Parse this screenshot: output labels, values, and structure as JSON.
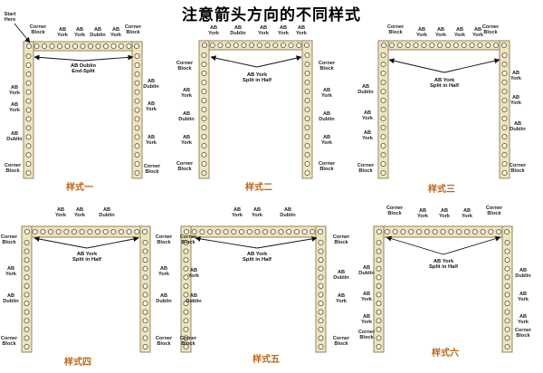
{
  "title": "注意箭头方向的不同样式",
  "colors": {
    "fill": "#eee4bd",
    "stroke": "#8a7c58",
    "hole_fill": "#ffffff",
    "hole_stroke": "#6b5e40",
    "arrow": "#111111",
    "caption": "#b8661c"
  },
  "panels": [
    {
      "caption": "样式一",
      "top_labels": [
        "Corner\nBlock",
        "AB\nYork",
        "AB\nYork",
        "AB\nDublin",
        "AB\nYork",
        "Corner\nBlock"
      ],
      "left_labels": [
        "AB\nYork",
        "AB\nYork",
        "AB\nDublin",
        "Corner\nBlock"
      ],
      "right_labels": [
        "AB\nDublin",
        "AB\nYork",
        "AB\nYork",
        "Corner\nBlock"
      ],
      "arrow_text": "AB Dublin\nEnd-Split",
      "extra_text": "Start\nHere"
    },
    {
      "caption": "样式二",
      "top_labels": [
        "AB\nYork",
        "AB\nDublin",
        "AB\nYork",
        "AB\nYork",
        "AB\nYork"
      ],
      "left_labels": [
        "Corner\nBlock",
        "AB\nYork",
        "AB\nDublin",
        "AB\nYork",
        "Corner\nBlock"
      ],
      "right_labels": [
        "Corner\nBlock",
        "AB\nYork",
        "AB\nDublin",
        "AB\nYork",
        "Corner\nBlock"
      ],
      "arrow_text": "AB York\nSplit in Half"
    },
    {
      "caption": "样式三",
      "top_labels": [
        "Corner\nBlock",
        "AB\nYork",
        "AB\nYork",
        "AB\nYork",
        "AB\nYork",
        "Corner\nBlock"
      ],
      "left_labels": [
        "AB\nDublin",
        "AB\nYork",
        "AB\nYork",
        "Corner\nBlock"
      ],
      "right_labels": [
        "AB\nYork",
        "AB\nYork",
        "AB\nDublin",
        "Corner\nBlock"
      ],
      "arrow_text": "AB York\nSplit in Half"
    },
    {
      "caption": "样式四",
      "top_labels": [
        "AB\nYork",
        "AB\nYork",
        "AB\nDublin"
      ],
      "left_labels": [
        "Corner\nBlock",
        "AB\nYork",
        "AB\nDublin",
        "Corner\nBlock"
      ],
      "right_labels": [
        "Corner\nBlock",
        "AB\nYork",
        "AB\nDublin",
        "Corner\nBlock"
      ],
      "arrow_text": "AB York\nSplit in Half"
    },
    {
      "caption": "样式五",
      "top_labels": [
        "AB\nYork",
        "AB\nYork",
        "AB\nDublin"
      ],
      "left_labels": [
        "Corner\nBlock",
        "AB\nYork",
        "AB\nDublin",
        "Corner\nBlock"
      ],
      "right_labels": [
        "Corner\nBlock",
        "AB\nDublin",
        "AB\nYork",
        "Corner\nBlock"
      ],
      "arrow_text": "AB York\nSplit in Half"
    },
    {
      "caption": "样式六",
      "top_labels": [
        "Corner\nBlock",
        "AB\nYork",
        "AB\nYork",
        "AB\nYork",
        "Corner\nBlock"
      ],
      "left_labels": [
        "AB\nDublin",
        "AB\nYork",
        "AB\nYork",
        "Corner\nBlock"
      ],
      "right_labels": [
        "AB\nDublin",
        "AB\nYork",
        "AB\nYork",
        "Corner\nBlock"
      ],
      "arrow_text": "AB York\nSplit in Half"
    }
  ]
}
